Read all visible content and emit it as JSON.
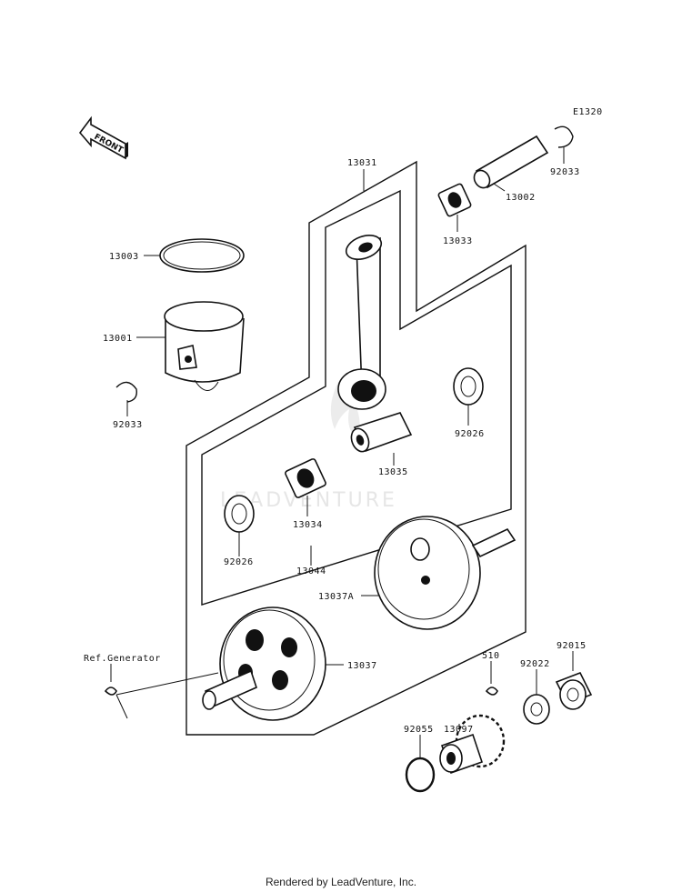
{
  "diagram_code": "E1320",
  "direction_label": "FRONT",
  "watermark": "LEADVENTURE",
  "footer": "Rendered by LeadVenture, Inc.",
  "labels": {
    "p13031": "13031",
    "p13002": "13002",
    "p92033a": "92033",
    "p13033": "13033",
    "p13003": "13003",
    "p13001": "13001",
    "p92033b": "92033",
    "p92026a": "92026",
    "p13035": "13035",
    "p13034": "13034",
    "p92026b": "92026",
    "p13044": "13044",
    "p13037A": "13037A",
    "refgen": "Ref.Generator",
    "p13037": "13037",
    "p510": "510",
    "p92022": "92022",
    "p92015": "92015",
    "p13097": "13097",
    "p92055": "92055"
  }
}
